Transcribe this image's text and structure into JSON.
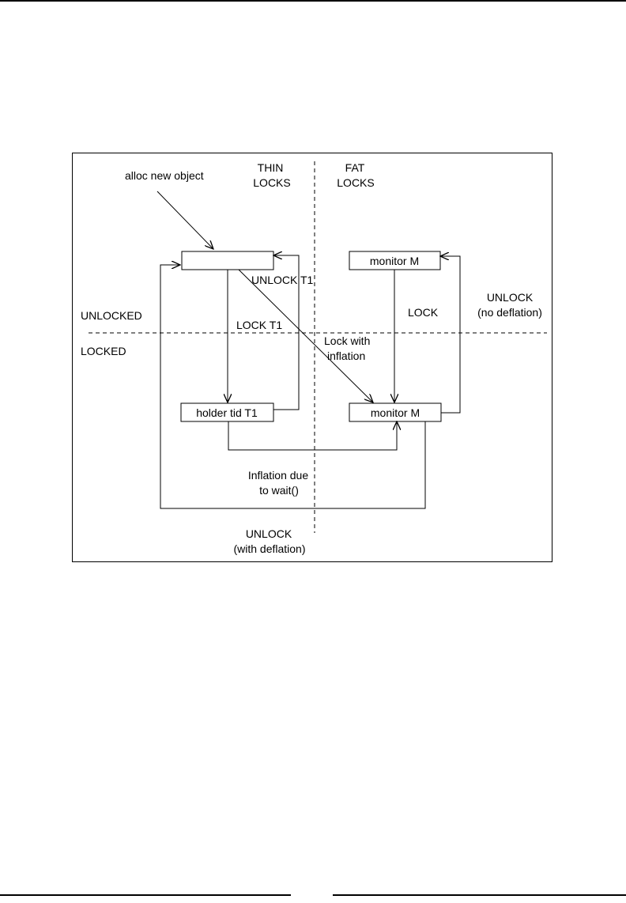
{
  "diagram": {
    "region_labels": {
      "thin_locks": [
        "THIN",
        "LOCKS"
      ],
      "fat_locks": [
        "FAT",
        "LOCKS"
      ],
      "unlocked": "UNLOCKED",
      "locked": "LOCKED"
    },
    "nodes": {
      "thin_unlocked": "",
      "thin_locked": "holder tid T1",
      "fat_unlocked": "monitor M",
      "fat_locked": "monitor M"
    },
    "edge_labels": {
      "alloc": "alloc new object",
      "unlock_t1": "UNLOCK T1",
      "lock_t1": "LOCK T1",
      "lock_with_inflation": [
        "Lock with",
        "inflation"
      ],
      "lock": "LOCK",
      "unlock_no_deflation": [
        "UNLOCK",
        "(no deflation)"
      ],
      "inflation_due_to_wait": [
        "Inflation due",
        "to wait()"
      ],
      "unlock_with_deflation": [
        "UNLOCK",
        "(with deflation)"
      ]
    }
  }
}
